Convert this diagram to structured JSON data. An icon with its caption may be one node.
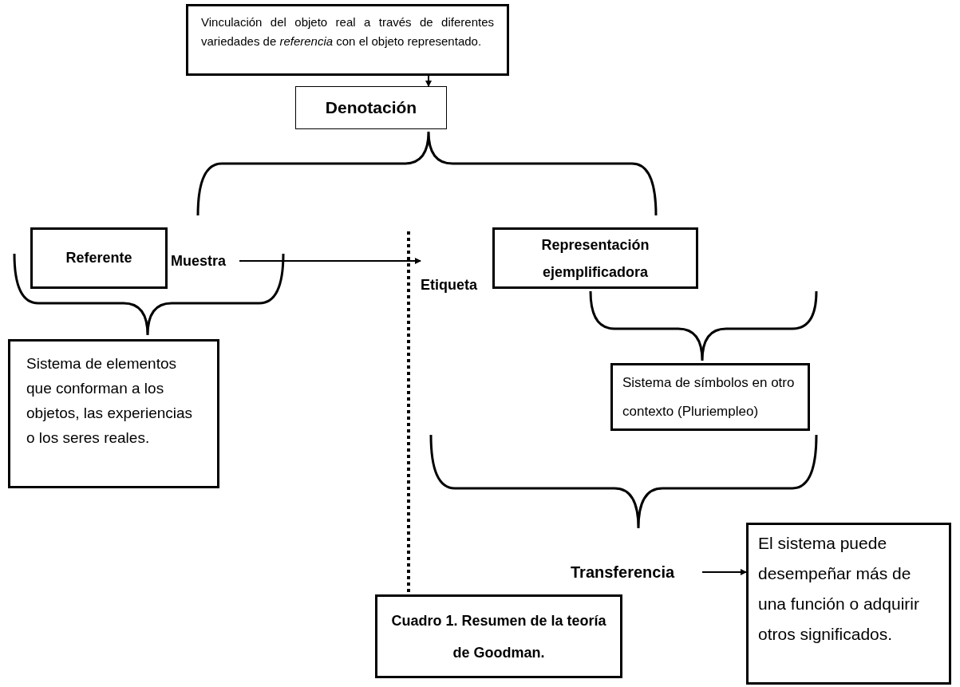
{
  "diagram": {
    "nodes": [
      {
        "text": [
          "Vinculación del objeto real a través de diferentes variedades de *referencia* con el objeto representado."
        ]
      },
      {
        "text": [
          "Denotación"
        ]
      },
      {
        "text": [
          "Referente"
        ]
      },
      {
        "text": [
          "Muestra"
        ]
      },
      {
        "text": [
          "Etiqueta"
        ]
      },
      {
        "text": [
          "Representación ejemplificadora"
        ]
      },
      {
        "text": [
          "Sistema de elementos que conforman  a los objetos, las experiencias o los seres reales."
        ]
      },
      {
        "text": [
          "Sistema de símbolos en otro contexto (Pluriempleo)"
        ]
      },
      {
        "text": [
          "Transferencia"
        ]
      },
      {
        "text": [
          "El sistema puede desempeñar más de una función o adquirir otros significados."
        ]
      },
      {
        "text": [
          "Cuadro 1.  Resumen de la teoría de Goodman."
        ]
      }
    ],
    "edges": [
      {
        "from": 0,
        "to": 1,
        "arrow": "to"
      },
      {
        "from": 3,
        "to": 4,
        "arrow": "to"
      },
      {
        "from": 8,
        "to": 9,
        "arrow": "to"
      }
    ]
  }
}
